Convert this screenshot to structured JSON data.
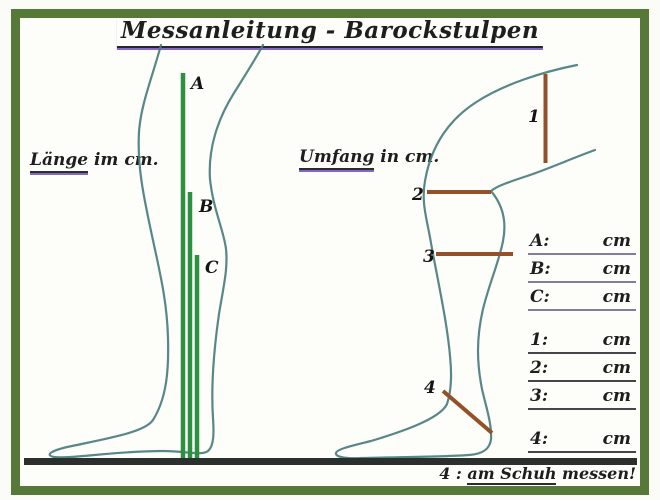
{
  "title": "Messanleitung - Barockstulpen",
  "sections": {
    "length": {
      "heading_main": "Länge",
      "heading_rest": " im cm.",
      "line_labels": [
        "A",
        "B",
        "C"
      ]
    },
    "girth": {
      "heading_main": "Umfang",
      "heading_rest": " in cm.",
      "line_labels": [
        "1",
        "2",
        "3",
        "4"
      ]
    }
  },
  "form": {
    "unit": "cm",
    "letter_rows": [
      {
        "label": "A:"
      },
      {
        "label": "B:"
      },
      {
        "label": "C:"
      }
    ],
    "number_rows": [
      {
        "label": "1:"
      },
      {
        "label": "2:"
      },
      {
        "label": "3:"
      },
      {
        "label": "4:"
      }
    ]
  },
  "footnote": {
    "prefix": "4 : ",
    "underlined": "am Schuh",
    "suffix": " messen!"
  },
  "colors": {
    "frame_green": "#56793a",
    "length_line_green": "#2c9040",
    "girth_line_brown": "#935029",
    "leg_outline_teal": "#4a7d7d",
    "ground_line": "#2b302e",
    "accent_underline_purple": "#8465c8"
  }
}
